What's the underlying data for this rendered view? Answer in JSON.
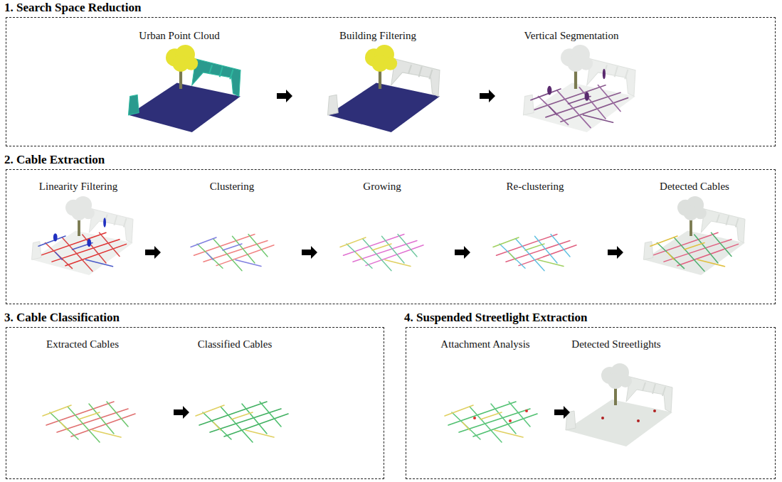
{
  "diagram": {
    "nodes": [
      {
        "text": [
          "1. Search Space Reduction"
        ]
      },
      {
        "text": [
          "2. Cable Extraction"
        ]
      },
      {
        "text": [
          "3. Cable Classification"
        ]
      },
      {
        "text": [
          "4. Suspended Streetlight Extraction"
        ]
      }
    ],
    "edges": [],
    "labels": [
      "Urban Point Cloud",
      "Building Filtering",
      "Vertical Segmentation",
      "Linearity Filtering",
      "Clustering",
      "Growing",
      "Re-clustering",
      "Detected Cables",
      "Extracted Cables",
      "Classified Cables",
      "Attachment Analysis",
      "Detected Streetlights"
    ]
  }
}
